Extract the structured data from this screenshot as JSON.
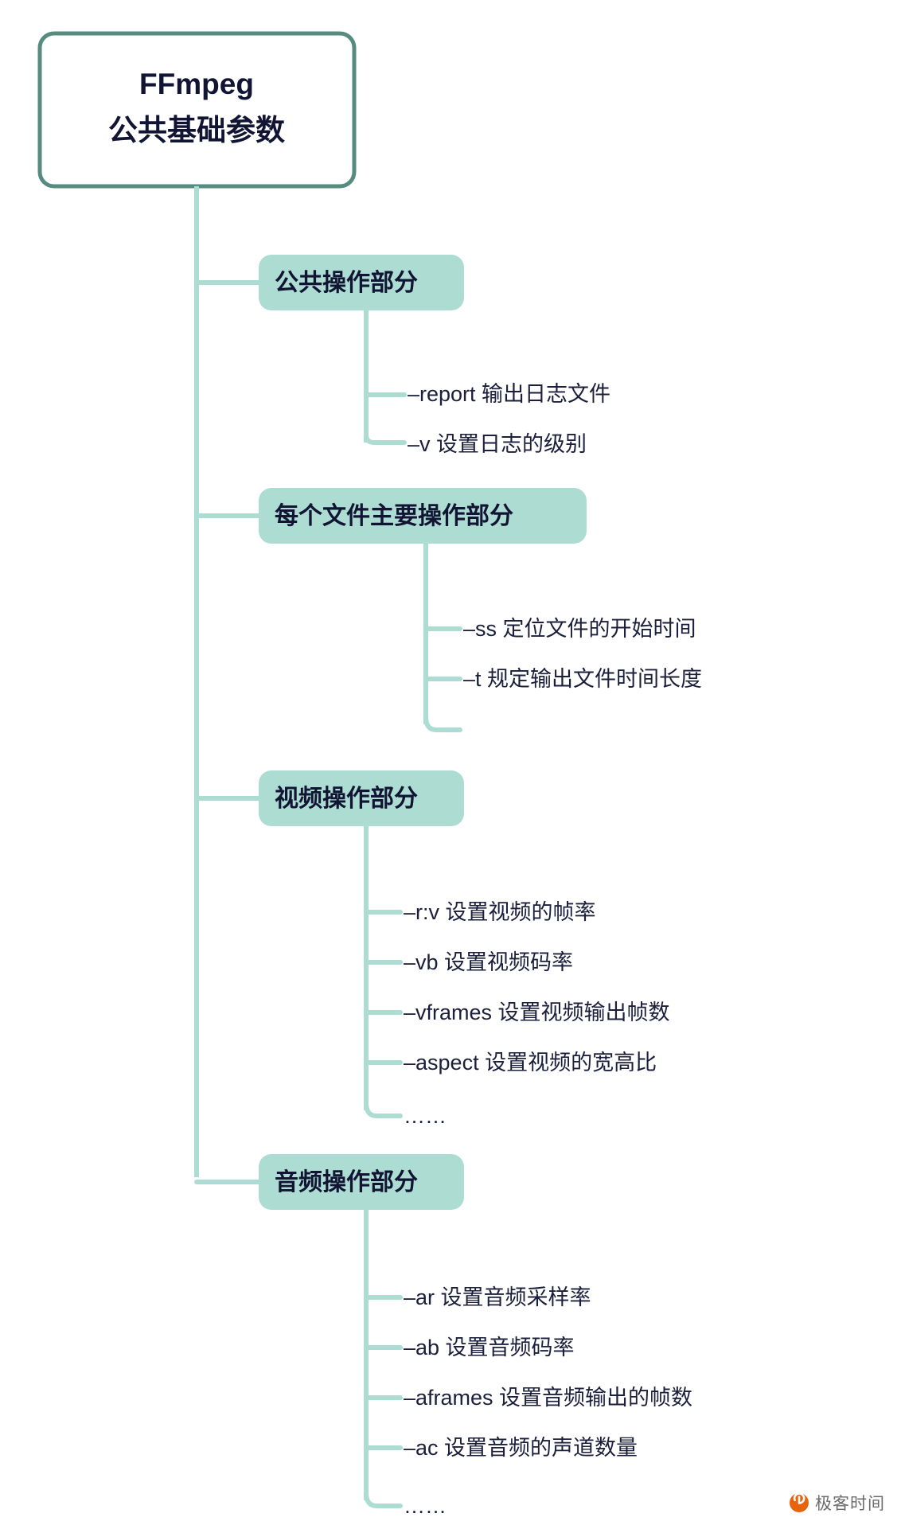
{
  "diagram": {
    "type": "mindmap",
    "orientation": "top-down-left-aligned",
    "root": {
      "title_line1": "FFmpeg",
      "title_line2": "公共基础参数"
    },
    "branches": [
      {
        "label": "公共操作部分",
        "leaves": [
          "–report 输出日志文件",
          "–v 设置日志的级别"
        ]
      },
      {
        "label": "每个文件主要操作部分",
        "leaves": [
          "–ss 定位文件的开始时间",
          "–t 规定输出文件时间长度",
          ""
        ]
      },
      {
        "label": "视频操作部分",
        "leaves": [
          "–r:v 设置视频的帧率",
          "–vb 设置视频码率",
          "–vframes 设置视频输出帧数",
          "–aspect 设置视频的宽高比",
          "……"
        ]
      },
      {
        "label": "音频操作部分",
        "leaves": [
          "–ar 设置音频采样率",
          "–ab 设置音频码率",
          "–aframes 设置音频输出的帧数",
          "–ac 设置音频的声道数量",
          "……"
        ]
      }
    ]
  },
  "colors": {
    "root_border": "#568b7f",
    "root_fill": "#ffffff",
    "branch_fill": "#addcd3",
    "connector": "#addcd3",
    "text_dark": "#111433",
    "watermark_accent": "#e8640c",
    "watermark_text": "#6b6b6b"
  },
  "watermark": {
    "text": "极客时间",
    "logo": "geekbang-logo-icon"
  }
}
